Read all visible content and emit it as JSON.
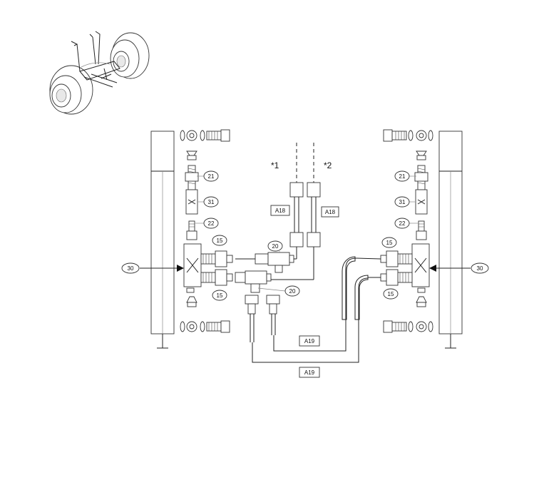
{
  "thumbnail": {
    "name": "chassis-thumbnail"
  },
  "callouts": {
    "c21_left": "21",
    "c31_left": "31",
    "c22_left": "22",
    "c15_left_top": "15",
    "c15_left_bot": "15",
    "c30_left": "30",
    "c20_top": "20",
    "c20_bot": "20",
    "c21_right": "21",
    "c31_right": "31",
    "c22_right": "22",
    "c15_right_top": "15",
    "c15_right_bot": "15",
    "c30_right": "30"
  },
  "stars": {
    "s1": "*1",
    "s2": "*2"
  },
  "boxes": {
    "a18_left": "A18",
    "a18_right": "A18",
    "a19_top": "A19",
    "a19_bot": "A19"
  }
}
